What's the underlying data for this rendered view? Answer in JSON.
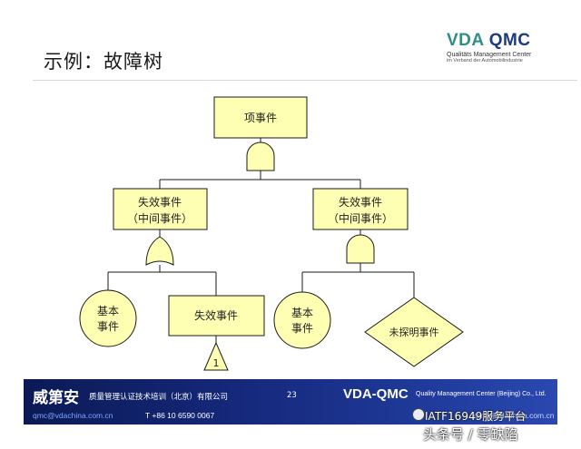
{
  "slide": {
    "title": "示例：故障树"
  },
  "logo": {
    "vda": "VDA",
    "qmc": "QMC",
    "sub1": "Qualitäts Management Center",
    "sub2": "im Verband der Automobilindustrie"
  },
  "diagram": {
    "top_event": "项事件",
    "left_event_line1": "失效事件",
    "left_event_line2": "（中间事件）",
    "right_event_line1": "失效事件",
    "right_event_line2": "（中间事件）",
    "basic_left_line1": "基本",
    "basic_left_line2": "事件",
    "failure_event": "失效事件",
    "transfer_label": "1",
    "basic_right_line1": "基本",
    "basic_right_line2": "事件",
    "undeveloped_event": "未探明事件"
  },
  "footer": {
    "company": "威第安",
    "course": "质量管理认证技术培训（北京）有限公司",
    "page": "23",
    "brand": "VDA-QMC",
    "brand_sub": "Quality Management Center (Beijing) Co., Ltd.",
    "email": "qmc@vdachina.com.cn",
    "tel": "T +86 10 6590 0067",
    "web": "qmc@vdachina.com.cn"
  },
  "watermark": {
    "line1": "IATF16949服务平台",
    "line2": "头条号 / 零缺陷"
  },
  "colors": {
    "box_fill": "#ffffb4",
    "stroke": "#1a1a1a",
    "footer_bg": "#15287a",
    "logo_teal": "#2f8f86",
    "logo_blue": "#1c3a82"
  }
}
